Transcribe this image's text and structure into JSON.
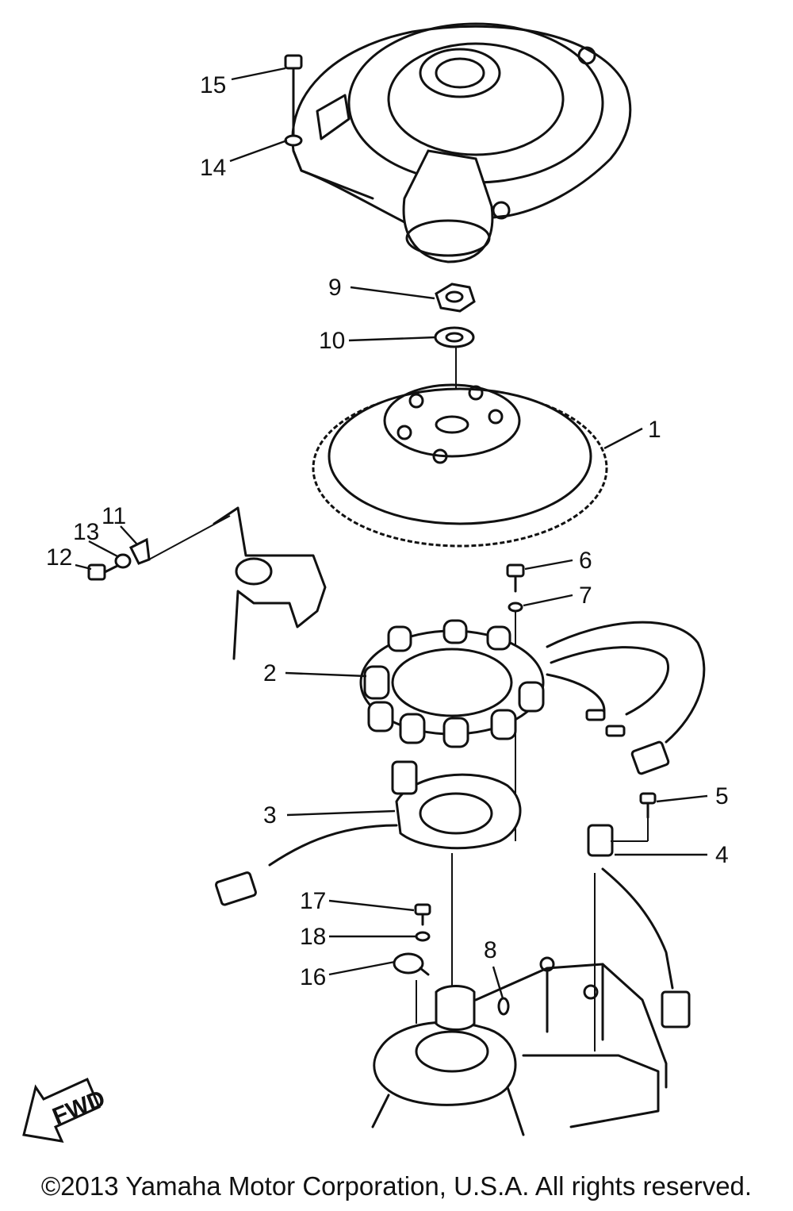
{
  "callouts": [
    "1",
    "2",
    "3",
    "4",
    "5",
    "6",
    "7",
    "8",
    "9",
    "10",
    "11",
    "12",
    "13",
    "14",
    "15",
    "16",
    "17",
    "18"
  ],
  "fwd_label": "FWD",
  "copyright": "©2013 Yamaha Motor Corporation, U.S.A. All rights reserved.",
  "colors": {
    "ink": "#111111",
    "background": "#ffffff"
  }
}
